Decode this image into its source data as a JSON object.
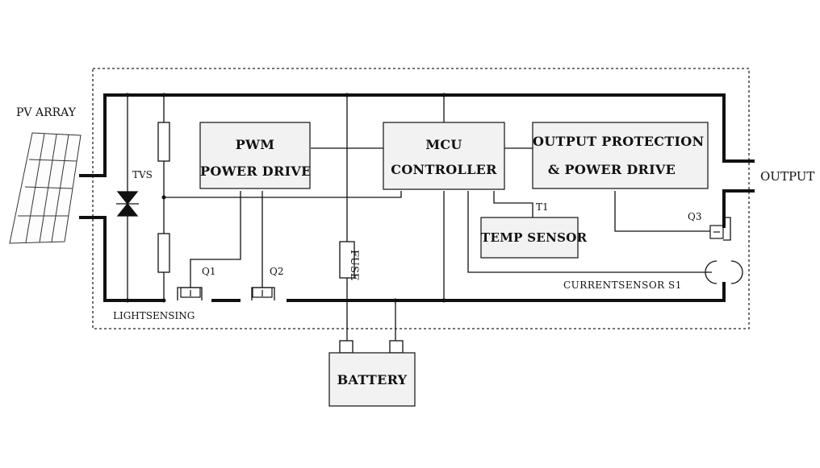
{
  "labels": {
    "pv_array": "PV ARRAY",
    "tvs": "TVS",
    "pwm_line1": "PWM",
    "pwm_line2": "POWER DRIVE",
    "mcu_line1": "MCU",
    "mcu_line2": "CONTROLLER",
    "outprot_line1": "OUTPUT PROTECTION",
    "outprot_line2": "& POWER DRIVE",
    "output": "OUTPUT",
    "t1": "T1",
    "temp_sensor": "TEMP SENSOR",
    "q3": "Q3",
    "fuse": "FUSE",
    "q1": "Q1",
    "q2": "Q2",
    "current_sensor": "CURRENTSENSOR S1",
    "light_sensing": "LIGHTSENSING",
    "battery": "BATTERY"
  },
  "colors": {
    "line": "#111111",
    "box_fill": "#f2f2f2",
    "panel_fill": "#ffffff"
  }
}
